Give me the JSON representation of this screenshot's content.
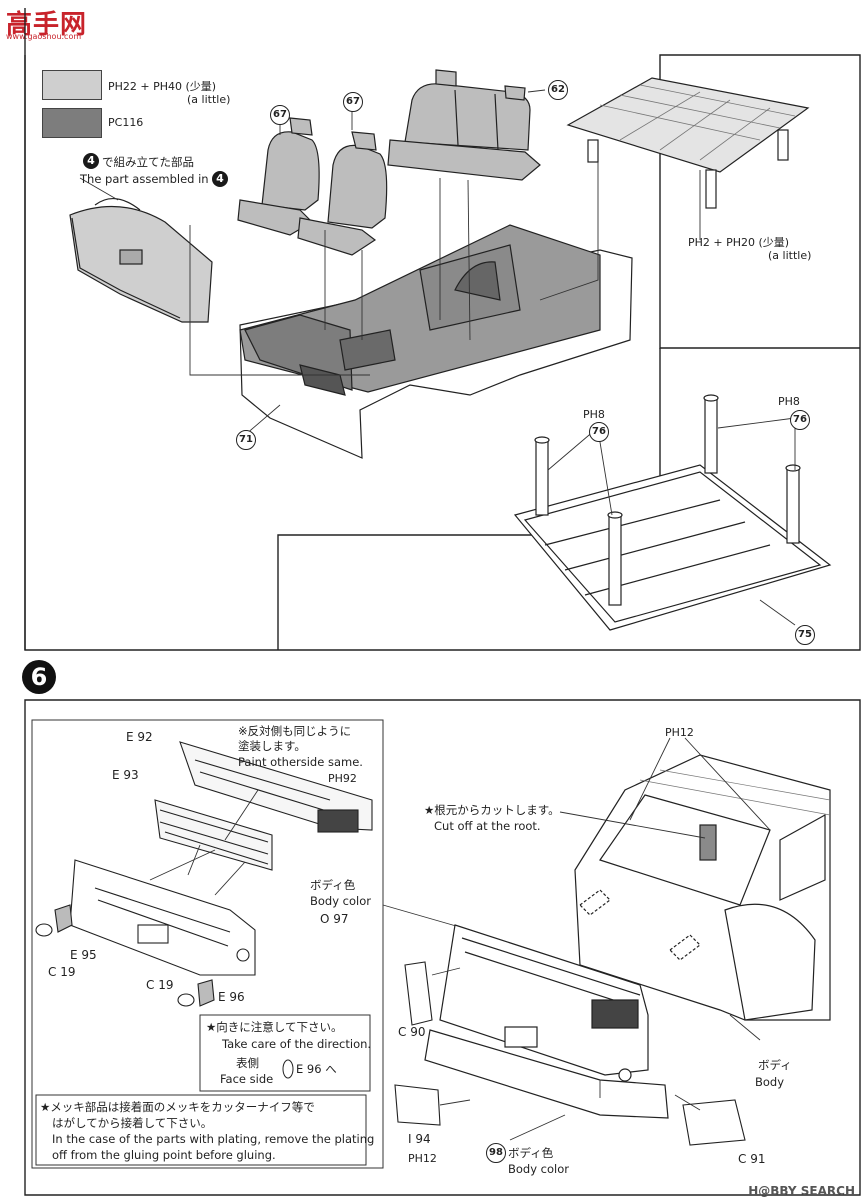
{
  "logo": {
    "text": "高手网",
    "sub": "www.gaoshou.com"
  },
  "watermark": "H@BBY SEARCH",
  "legend": {
    "swatch1_colors": "#cfcfcf",
    "swatch2_colors": "#7d7d7d",
    "paint1": "PH22 + PH40 (少量)",
    "paint1_note": "(a little)",
    "paint2": "PC116"
  },
  "step5": {
    "assembled_jp": "で組み立てた部品",
    "assembled_en": "The part assembled in",
    "ref_step": "4",
    "parts": {
      "p67a": "67",
      "p67b": "67",
      "p62": "62",
      "p71": "71",
      "p76a": "76",
      "p76b": "76",
      "p75": "75"
    },
    "floor_paint": "PH2 + PH20 (少量)",
    "floor_paint_note": "(a little)",
    "leg_paint_a": "PH8",
    "leg_paint_b": "PH8"
  },
  "step6": {
    "number": "6",
    "note_paint_jp1": "※反対側も同じように",
    "note_paint_jp2": "塗装します。",
    "note_paint_en": "Paint otherside same.",
    "paint_92": "PH92",
    "label_e92": "E 92",
    "label_e93": "E 93",
    "label_body_color_jp": "ボディ色",
    "label_body_color_en": "Body color",
    "label_o97": "O 97",
    "label_e95": "E 95",
    "label_c19a": "C 19",
    "label_c19b": "C 19",
    "label_e96": "E 96",
    "direction_jp": "★向きに注意して下さい。",
    "direction_en": "Take care of the direction.",
    "face_jp": "表側",
    "face_en": "Face side",
    "face_arrow_to": "E 96 へ",
    "plating_jp1": "★メッキ部品は接着面のメッキをカッターナイフ等で",
    "plating_jp2": "はがしてから接着して下さい。",
    "plating_en1": "In the case of the parts with plating, remove the plating",
    "plating_en2": "off from the gluing point before gluing.",
    "cut_jp": "★根元からカットします。",
    "cut_en": "Cut off at the root.",
    "paint_12a": "PH12",
    "label_c90": "C 90",
    "label_body_jp": "ボディ",
    "label_body_en": "Body",
    "label_i94": "I 94",
    "paint_12b": "PH12",
    "label_98": "98",
    "label_98_jp": "ボディ色",
    "label_98_en": "Body color",
    "label_c91": "C 91"
  }
}
